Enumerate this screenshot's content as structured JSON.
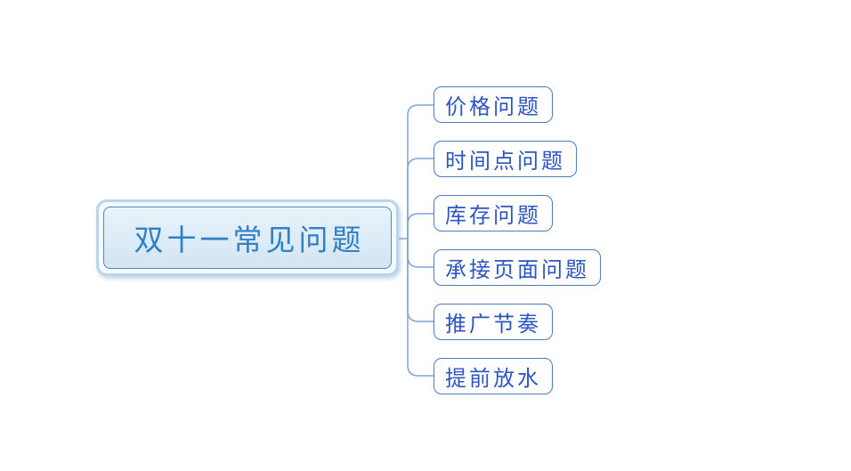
{
  "colors": {
    "root_text": "#2f80c5",
    "root_border": "#4e89c0",
    "root_fill_top": "#e9f3fa",
    "root_fill_bottom": "#d2e5f3",
    "halo": "#b9d5eb",
    "child_text": "#2e55c4",
    "child_border": "#4a7cc0",
    "connector": "#7ba6d8"
  },
  "root": {
    "label": "双十一常见问题"
  },
  "children": [
    {
      "label": "价格问题"
    },
    {
      "label": "时间点问题"
    },
    {
      "label": "库存问题"
    },
    {
      "label": "承接页面问题"
    },
    {
      "label": "推广节奏"
    },
    {
      "label": "提前放水"
    }
  ]
}
